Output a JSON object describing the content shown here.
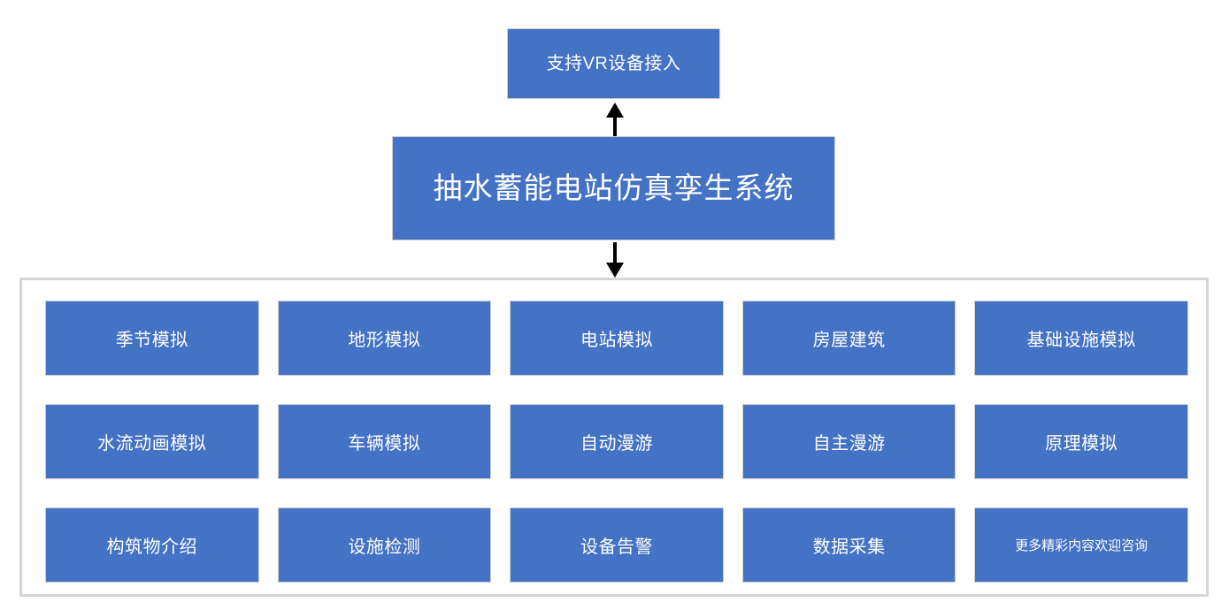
{
  "diagram": {
    "title": "抽水蓄能电站仿真孪生系统",
    "vr_node": "支持VR设备接入",
    "accent_color": "#4472C4",
    "frame_border_color": "#d5d5d5",
    "arrow_color": "#000000",
    "arrows": [
      {
        "name": "arrow-up",
        "direction": "up"
      },
      {
        "name": "arrow-down",
        "direction": "down"
      }
    ],
    "modules": {
      "rows": [
        {
          "cells": [
            {
              "label": "季节模拟",
              "size": "normal"
            },
            {
              "label": "地形模拟",
              "size": "normal"
            },
            {
              "label": "电站模拟",
              "size": "normal"
            },
            {
              "label": "房屋建筑",
              "size": "normal"
            },
            {
              "label": "基础设施模拟",
              "size": "normal"
            }
          ]
        },
        {
          "cells": [
            {
              "label": "水流动画模拟",
              "size": "normal"
            },
            {
              "label": "车辆模拟",
              "size": "normal"
            },
            {
              "label": "自动漫游",
              "size": "normal"
            },
            {
              "label": "自主漫游",
              "size": "normal"
            },
            {
              "label": "原理模拟",
              "size": "normal"
            }
          ]
        },
        {
          "cells": [
            {
              "label": "构筑物介绍",
              "size": "normal"
            },
            {
              "label": "设施检测",
              "size": "normal"
            },
            {
              "label": "设备告警",
              "size": "normal"
            },
            {
              "label": "数据采集",
              "size": "normal"
            },
            {
              "label": "更多精彩内容欢迎咨询",
              "size": "small"
            }
          ]
        }
      ]
    }
  }
}
